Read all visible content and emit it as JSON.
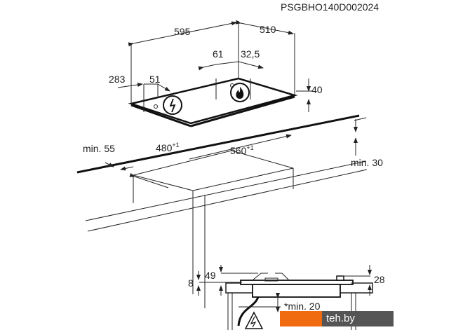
{
  "title": "PSGBHO140D002024",
  "dimensions": {
    "width": "595",
    "depth": "510",
    "d61": "61",
    "d32_5": "32,5",
    "d283": "283",
    "d51": "51",
    "height40": "40",
    "min55": "min. 55",
    "cut480": "480",
    "cut480_tol": "+1",
    "cut560": "560",
    "cut560_tol": "+1",
    "min30": "min. 30",
    "d8": "8",
    "d49": "49",
    "d28": "28",
    "min20": "*min. 20"
  },
  "watermark": "teh.by"
}
